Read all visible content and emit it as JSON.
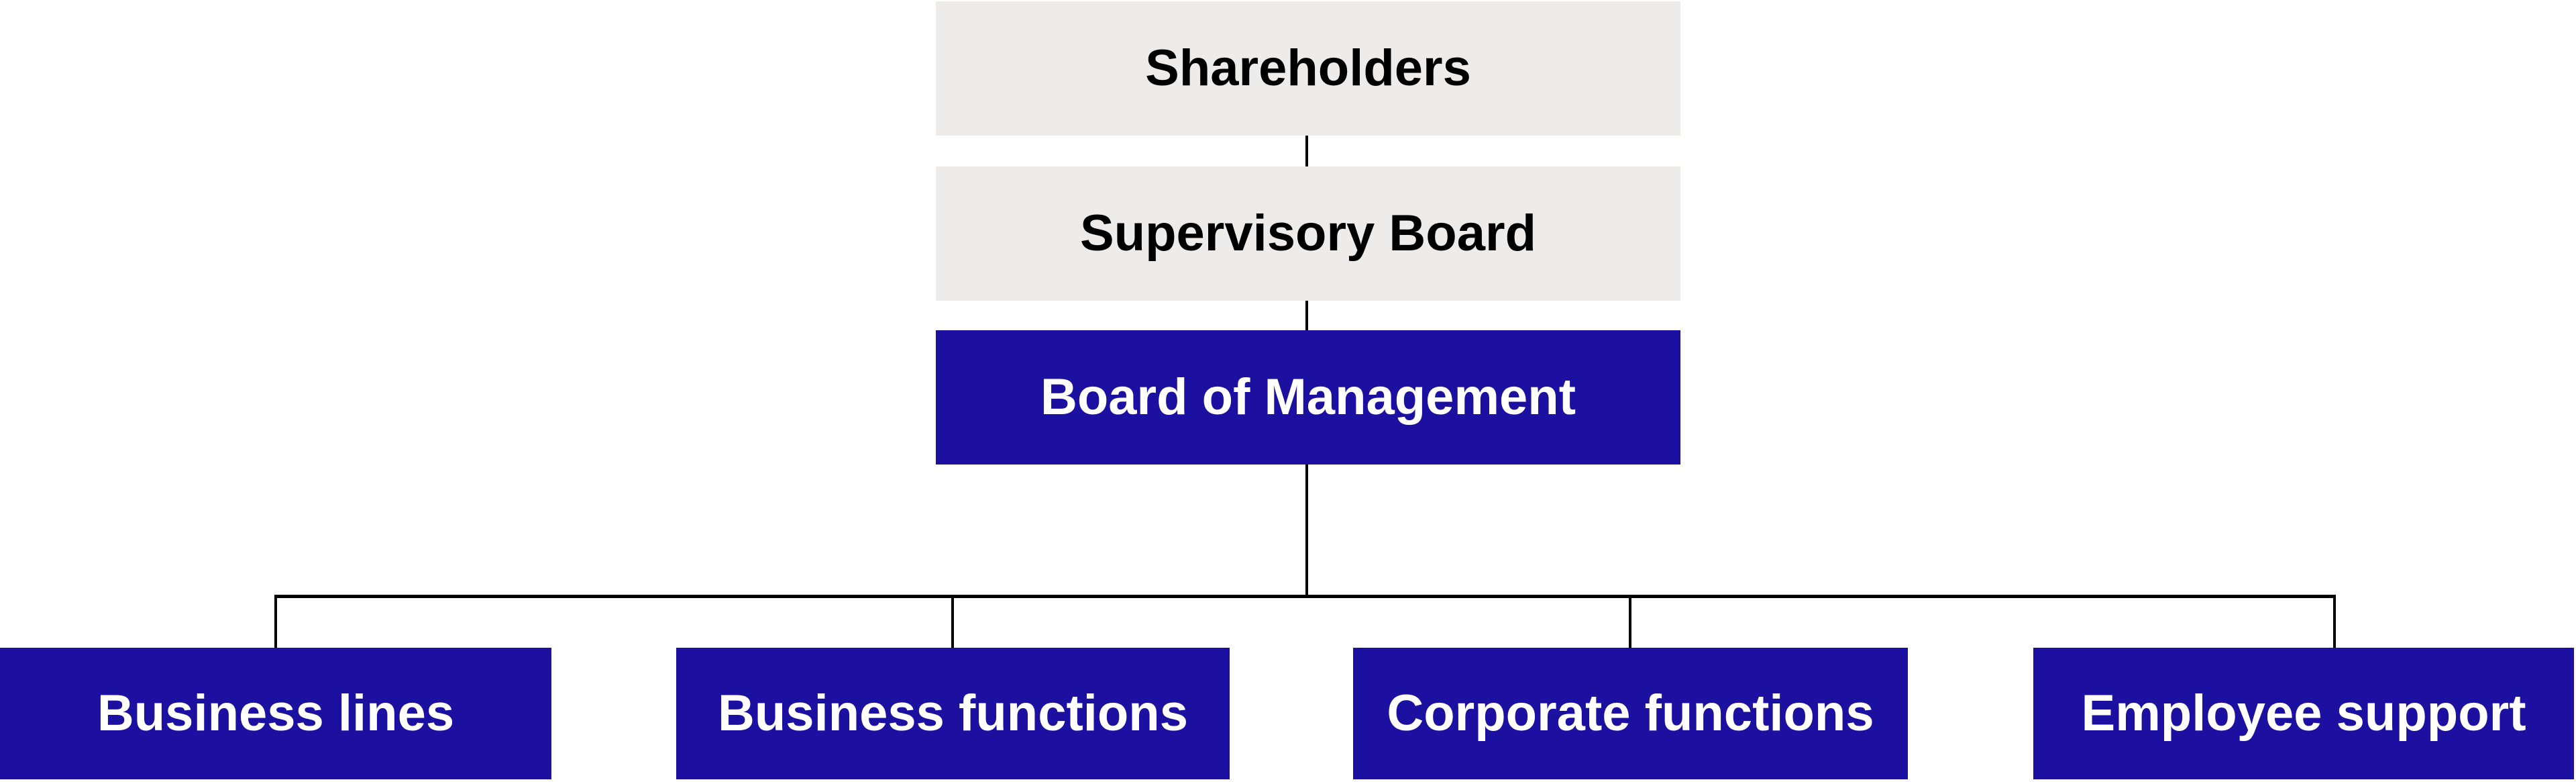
{
  "diagram": {
    "type": "org-chart",
    "background": "#FFFFFF",
    "colors": {
      "gray_box": "#EDECEB",
      "blue_box": "#1C10A0",
      "gray_box_text": "#000000",
      "blue_box_text": "#FFFFFF",
      "connector": "#000000"
    },
    "nodes": [
      {
        "id": "shareholders",
        "label": "Shareholders",
        "level": 1,
        "variant": "gray"
      },
      {
        "id": "supervisory-board",
        "label": "Supervisory Board",
        "level": 2,
        "variant": "gray"
      },
      {
        "id": "board-of-management",
        "label": "Board of Management",
        "level": 3,
        "variant": "blue"
      },
      {
        "id": "business-lines",
        "label": "Business lines",
        "level": 4,
        "variant": "blue"
      },
      {
        "id": "business-functions",
        "label": "Business functions",
        "level": 4,
        "variant": "blue"
      },
      {
        "id": "corporate-functions",
        "label": "Corporate functions",
        "level": 4,
        "variant": "blue"
      },
      {
        "id": "employee-support",
        "label": "Employee support",
        "level": 4,
        "variant": "blue"
      }
    ],
    "hierarchy": [
      {
        "parent": "Shareholders",
        "child": "Supervisory Board"
      },
      {
        "parent": "Supervisory Board",
        "child": "Board of Management"
      },
      {
        "parent": "Board of Management",
        "child": "Business lines"
      },
      {
        "parent": "Board of Management",
        "child": "Business functions"
      },
      {
        "parent": "Board of Management",
        "child": "Corporate functions"
      },
      {
        "parent": "Board of Management",
        "child": "Employee support"
      }
    ]
  }
}
